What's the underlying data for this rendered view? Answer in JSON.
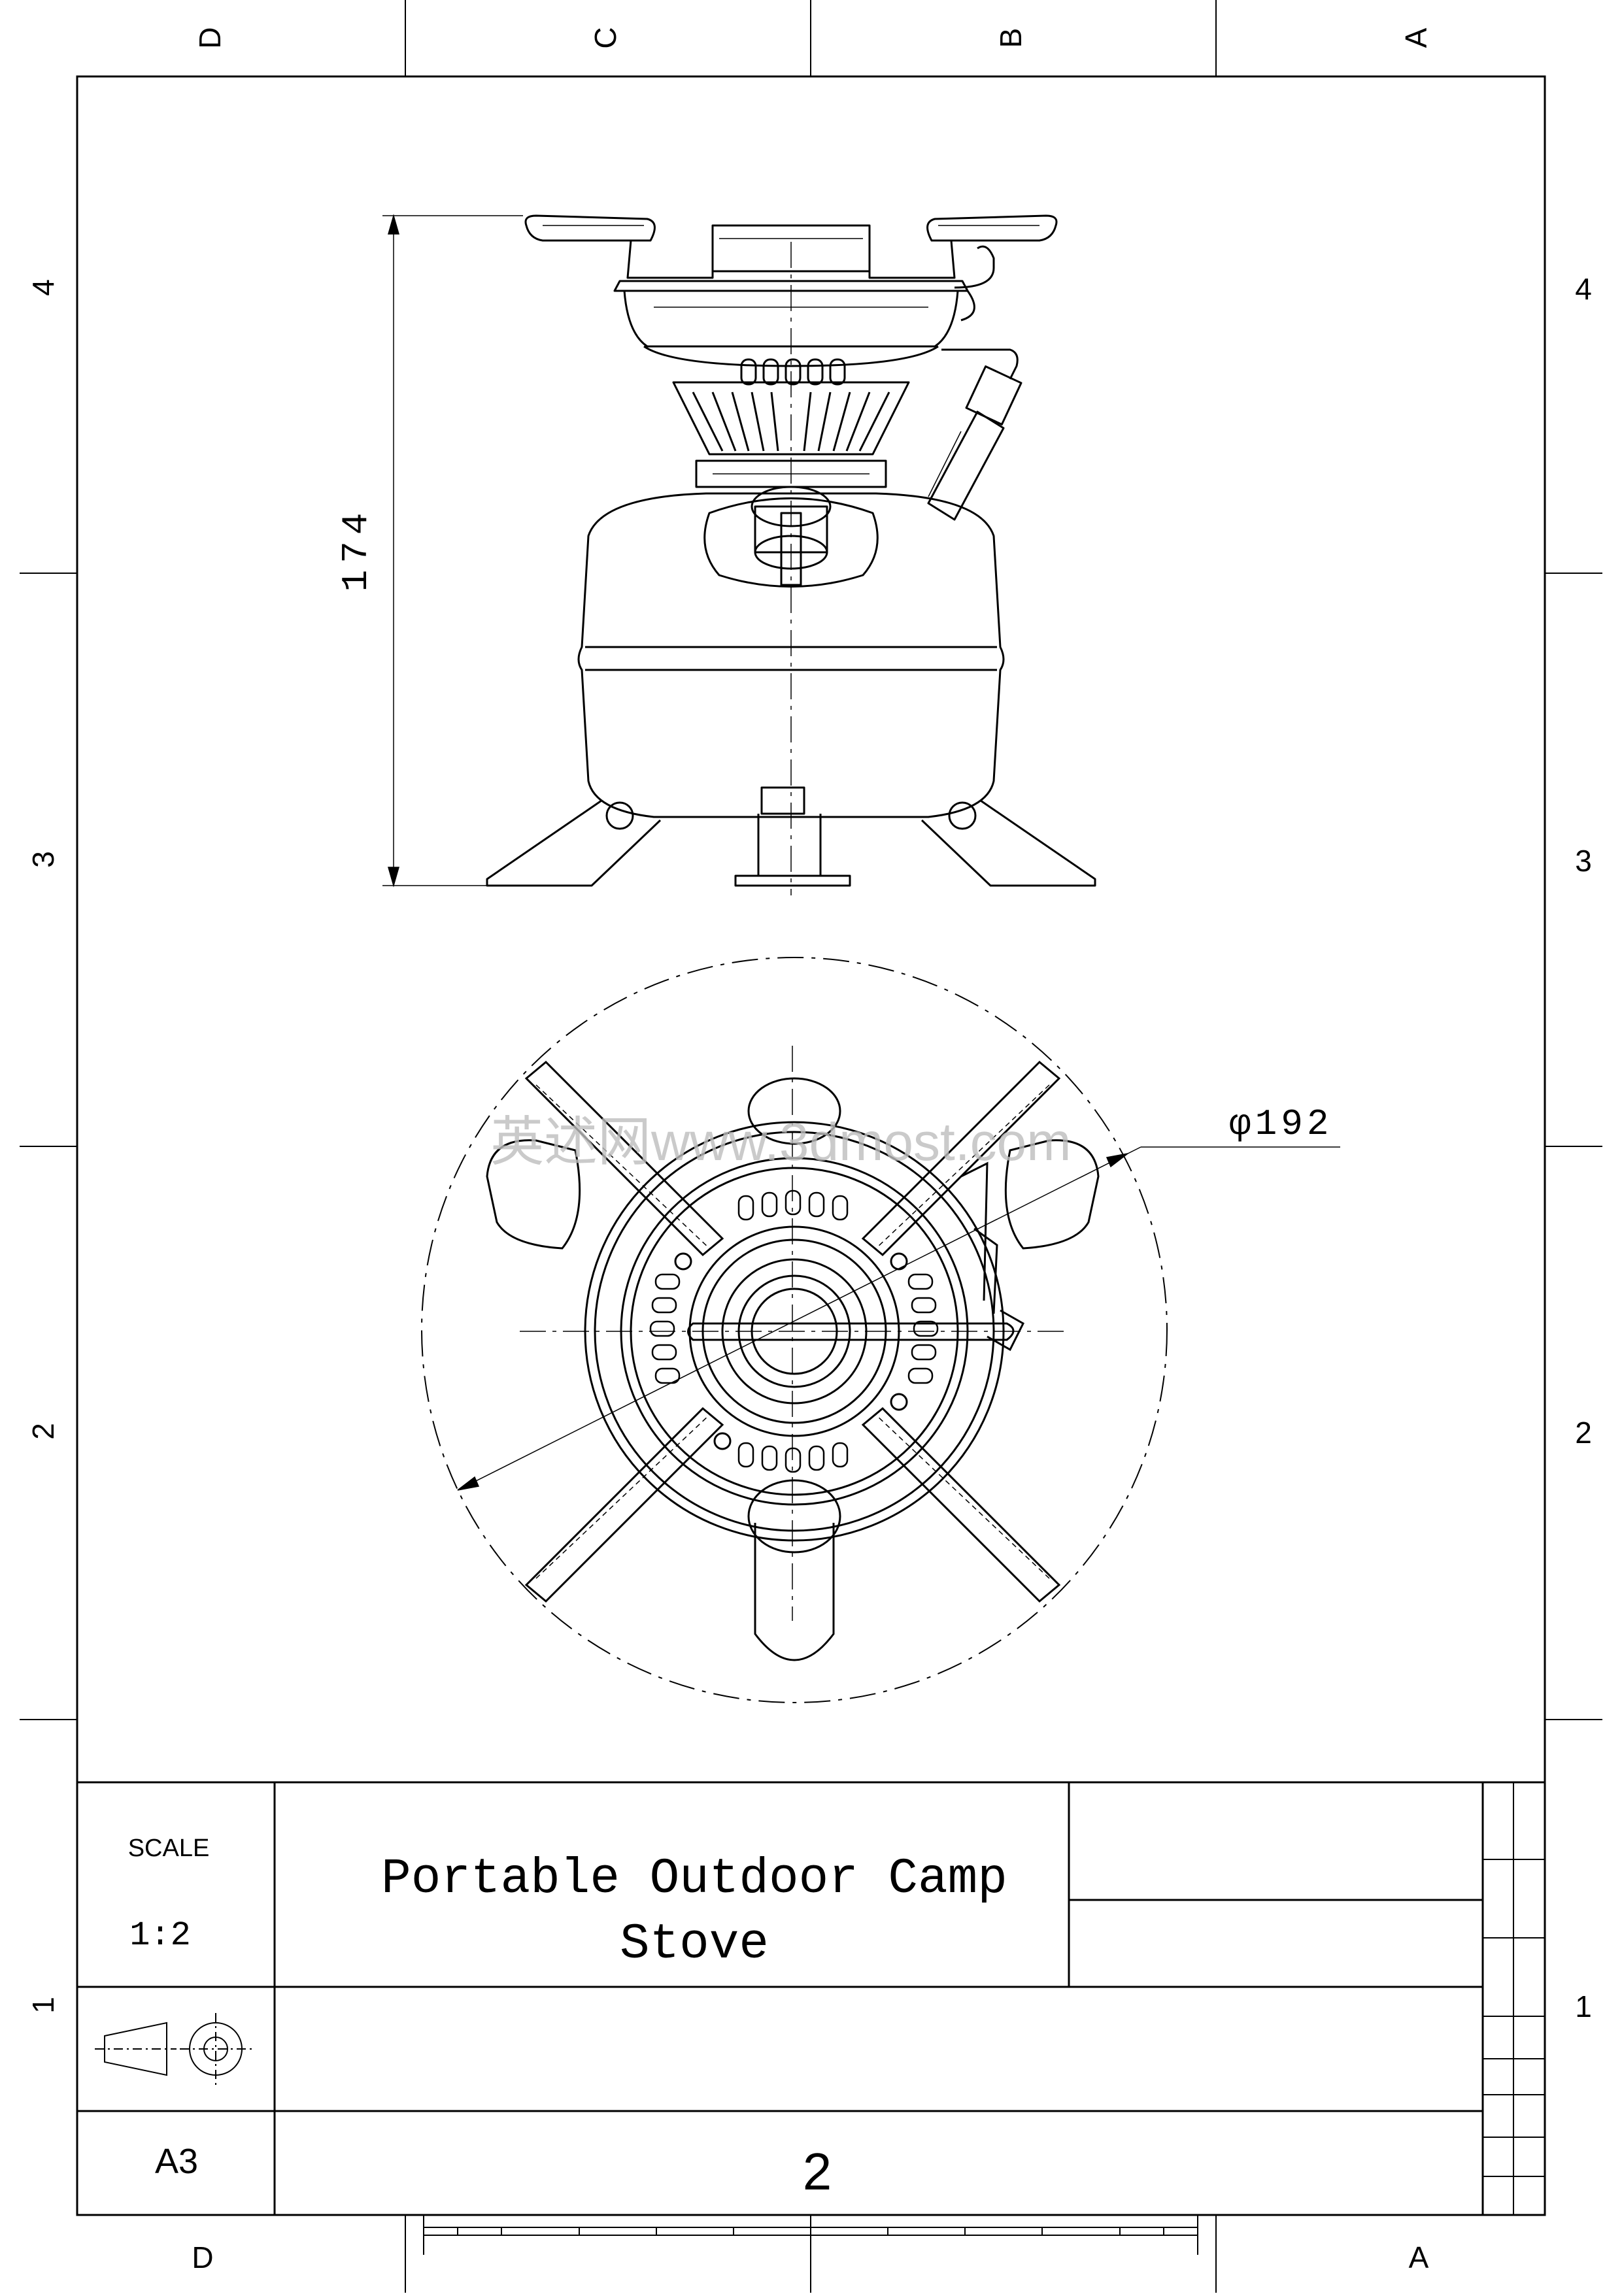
{
  "zones": {
    "top": [
      "D",
      "C",
      "B",
      "A"
    ],
    "bottom": [
      "D",
      "A"
    ],
    "left": [
      "4",
      "3",
      "2",
      "1"
    ],
    "right": [
      "4",
      "3",
      "2",
      "1"
    ]
  },
  "dimensions": {
    "height": "174",
    "diameter": "φ192"
  },
  "watermark": "英述网www.3dmost.com",
  "title_block": {
    "scale_label": "SCALE",
    "scale_value": "1:2",
    "title_line1": "Portable Outdoor Camp",
    "title_line2": "Stove",
    "sheet_size": "A3",
    "sheet_number": "2"
  }
}
